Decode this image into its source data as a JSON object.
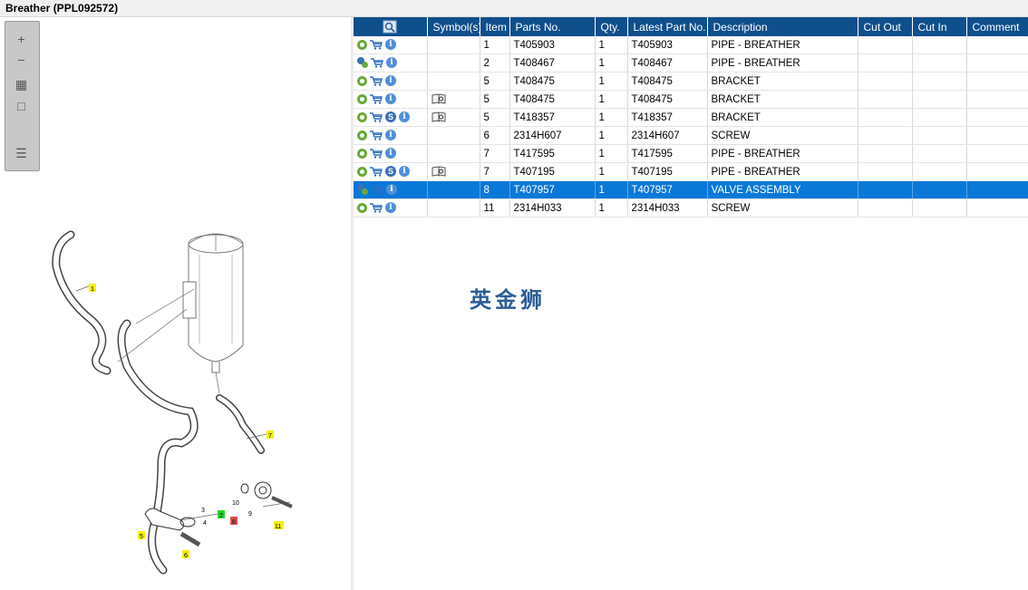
{
  "window": {
    "title": "Breather (PPL092572)"
  },
  "toolbox": {
    "zoom_in": "+",
    "zoom_out": "−",
    "fit": "▦",
    "actual": "□",
    "list_toggle": "☰"
  },
  "diagram": {
    "callouts": [
      "1",
      "2",
      "3",
      "4",
      "5",
      "6",
      "7",
      "8",
      "9",
      "10",
      "11"
    ]
  },
  "table": {
    "header_icon": "search-icon",
    "columns": [
      "Symbol(s)",
      "Item",
      "Parts No.",
      "Qty.",
      "Latest Part No.",
      "Description",
      "Cut Out",
      "Cut In",
      "Comment"
    ],
    "rows": [
      {
        "item": "1",
        "part_no": "T405903",
        "qty": "1",
        "latest": "T405903",
        "desc": "PIPE - BREATHER",
        "gear": "green",
        "s": false,
        "book": false,
        "selected": false
      },
      {
        "item": "2",
        "part_no": "T408467",
        "qty": "1",
        "latest": "T408467",
        "desc": "PIPE - BREATHER",
        "gear": "blue",
        "s": false,
        "book": false,
        "selected": false
      },
      {
        "item": "5",
        "part_no": "T408475",
        "qty": "1",
        "latest": "T408475",
        "desc": "BRACKET",
        "gear": "green",
        "s": false,
        "book": false,
        "selected": false
      },
      {
        "item": "5",
        "part_no": "T408475",
        "qty": "1",
        "latest": "T408475",
        "desc": "BRACKET",
        "gear": "green",
        "s": false,
        "book": true,
        "selected": false
      },
      {
        "item": "5",
        "part_no": "T418357",
        "qty": "1",
        "latest": "T418357",
        "desc": "BRACKET",
        "gear": "green",
        "s": true,
        "book": true,
        "selected": false
      },
      {
        "item": "6",
        "part_no": "2314H607",
        "qty": "1",
        "latest": "2314H607",
        "desc": "SCREW",
        "gear": "green",
        "s": false,
        "book": false,
        "selected": false
      },
      {
        "item": "7",
        "part_no": "T417595",
        "qty": "1",
        "latest": "T417595",
        "desc": "PIPE - BREATHER",
        "gear": "green",
        "s": false,
        "book": false,
        "selected": false
      },
      {
        "item": "7",
        "part_no": "T407195",
        "qty": "1",
        "latest": "T407195",
        "desc": "PIPE - BREATHER",
        "gear": "green",
        "s": true,
        "book": true,
        "selected": false
      },
      {
        "item": "8",
        "part_no": "T407957",
        "qty": "1",
        "latest": "T407957",
        "desc": "VALVE ASSEMBLY",
        "gear": "blue",
        "s": false,
        "book": false,
        "selected": true
      },
      {
        "item": "11",
        "part_no": "2314H033",
        "qty": "1",
        "latest": "2314H033",
        "desc": "SCREW",
        "gear": "green",
        "s": false,
        "book": false,
        "selected": false
      }
    ]
  },
  "watermark": "英金狮",
  "colors": {
    "header_bg": "#0f4f8c",
    "selected_bg": "#0a78d7",
    "callout_yellow": "#f5f000",
    "callout_green": "#22d622",
    "callout_red": "#e05050"
  }
}
